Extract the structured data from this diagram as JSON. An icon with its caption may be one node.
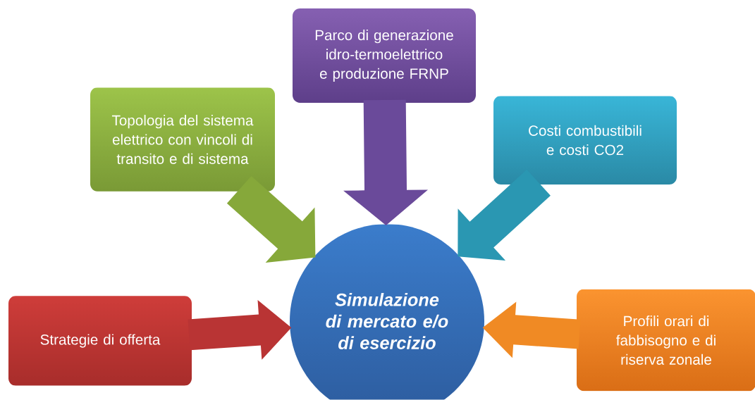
{
  "diagram": {
    "nodes": [
      {
        "text": [
          "Parco di generazione idro-termoelettrico e produzione FRNP"
        ]
      },
      {
        "text": [
          "Topologia del sistema elettrico con vincoli di transito e di sistema"
        ]
      },
      {
        "text": [
          "Costi combustibili e costi CO2"
        ]
      },
      {
        "text": [
          "Simulazione di mercato e/o di esercizio"
        ]
      },
      {
        "text": [
          "Strategie di offerta"
        ]
      },
      {
        "text": [
          "Profili orari di fabbisogno e di riserva zonale"
        ]
      }
    ],
    "edges": [
      {
        "from": 0,
        "to": 3,
        "arrow": "to",
        "color": "#6a4a9a"
      },
      {
        "from": 1,
        "to": 3,
        "arrow": "to",
        "color": "#86a83a"
      },
      {
        "from": 2,
        "to": 3,
        "arrow": "to",
        "color": "#2a97b2"
      },
      {
        "from": 4,
        "to": 3,
        "arrow": "to",
        "color": "#b93434"
      },
      {
        "from": 5,
        "to": 3,
        "arrow": "to",
        "color": "#f08a24"
      }
    ]
  }
}
